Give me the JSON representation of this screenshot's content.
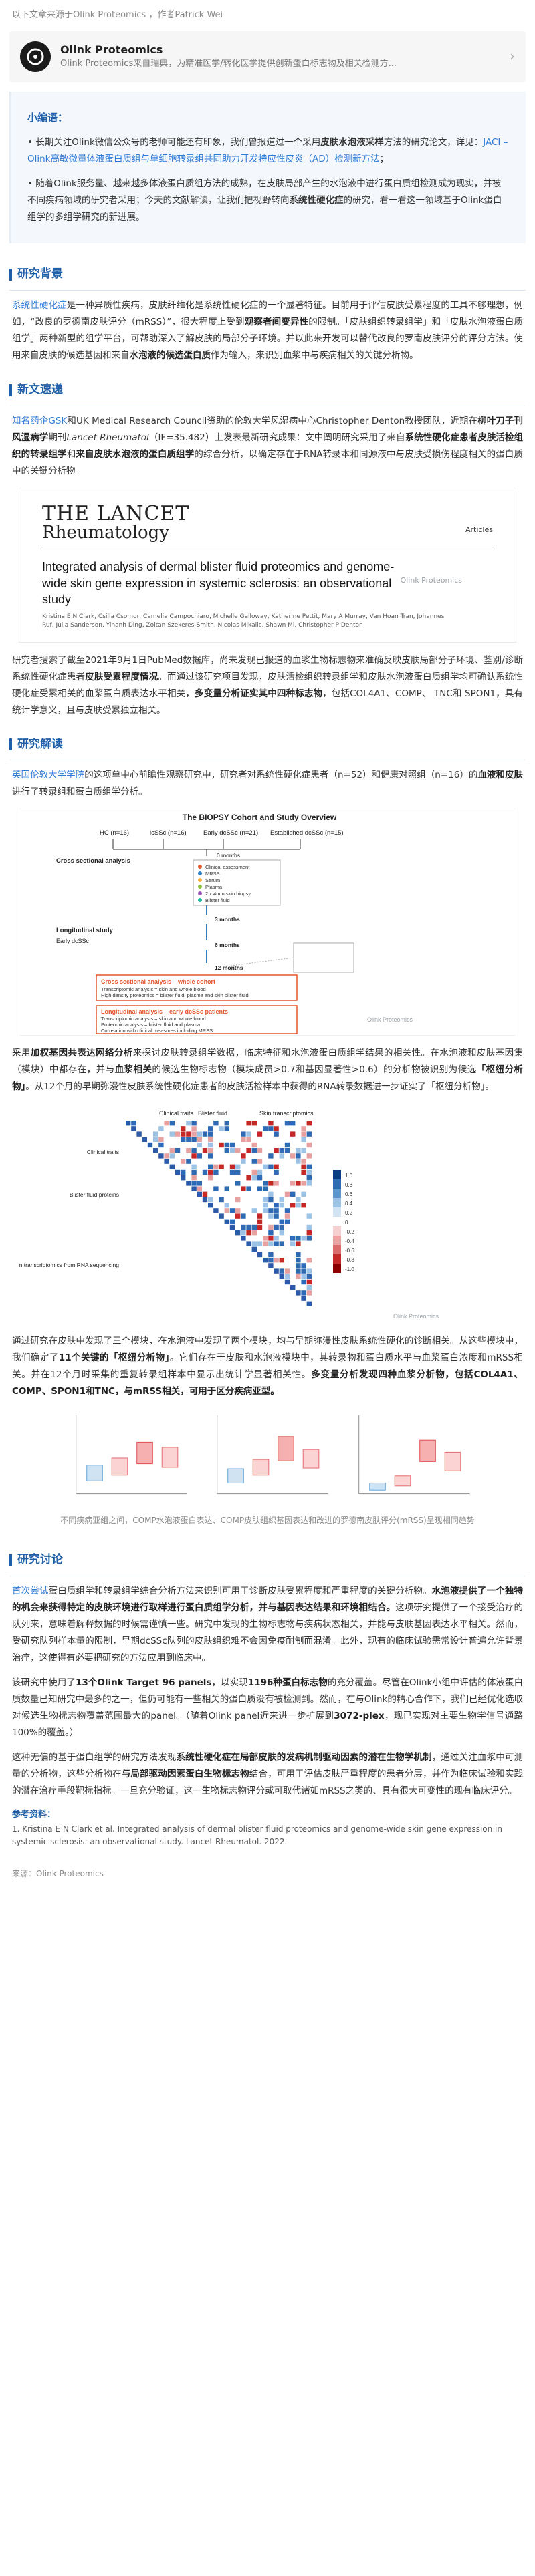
{
  "topline": "以下文章来源于Olink Proteomics ，作者Patrick Wei",
  "account": {
    "name": "Olink Proteomics",
    "desc": "Olink Proteomics来自瑞典，为精准医学/转化医学提供创新蛋白标志物及相关检测方...",
    "chevron": "chevron-right-icon"
  },
  "editor": {
    "title": "小编语：",
    "p1_pre": "• 长期关注Olink微信公众号的老师可能还有印象，我们曾报道过一个采用",
    "p1_bold": "皮肤水泡液采样",
    "p1_mid": "方法的研究论文，详见：",
    "p1_link": "JACI – Olink高敏微量体液蛋白质组与单细胞转录组共同助力开发特应性皮炎（AD）检测新方法",
    "p1_end": "；",
    "p2_pre": "• 随着Olink服务量、越来越多体液蛋白质组方法的成熟，在皮肤局部产生的水泡液中进行蛋白质组检测成为现实，并被不同疾病领域的研究者采用；今天的文献解读，让我们把视野转向",
    "p2_bold": "系统性硬化症",
    "p2_end": "的研究，看一看这一领域基于Olink蛋白组学的多组学研究的新进展。"
  },
  "sections": {
    "background": "研究背景",
    "news": "新文速递",
    "interpret": "研究解读",
    "conclusion": "研究讨论"
  },
  "background": {
    "t1_link": "系统性硬化症",
    "t1_a": "是一种异质性疾病，皮肤纤维化是系统性硬化症的一个显著特征。目前用于评估皮肤受累程度的工具不够理想，例如，",
    "t1_q": "“改良的罗德南皮肤评分（mRSS）”",
    "t1_b": "，很大程度上受到",
    "t1_bold": "观察者间变异性",
    "t1_c": "的限制。",
    "t2_q1": "「皮肤组织转录组学」",
    "t2_a": "和",
    "t2_q2": "「皮肤水泡液蛋白质组学」",
    "t2_b": "两种新型的组学平台，可帮助深入了解皮肤的局部分子环境。并以此来开发可以替代改良的罗南皮肤评分的评分方法。使用来自皮肤的候选基因和来自",
    "t2_bold": "水泡液的候选蛋白质",
    "t2_c": "作为输入，来识别血浆中与疾病相关的关键分析物。"
  },
  "news": {
    "t1_link": "知名药企GSK",
    "t1_a": "和UK Medical Research Council资助的伦敦大学风湿病中心Christopher Denton教授团队，近期在",
    "t1_bold": "柳叶刀子刊风湿病学",
    "t1_b": "期刊",
    "t1_journal": "Lancet Rheumatol",
    "t1_if": "（IF=35.482）",
    "t1_c": "上发表最新研究成果：文中阐明研究采用了来自",
    "t1_bold2": "系统性硬化症患者皮肤活检组织的转录组学",
    "t1_d": "和",
    "t1_bold3": "来自皮肤水泡液的蛋白质组学",
    "t1_e": "的综合分析，以确定存在于RNA转录本和同源液中与皮肤受损伤程度相关的蛋白质中的关键分析物。"
  },
  "lancet": {
    "journal_line1": "THE LANCET",
    "journal_line2": "Rheumatology",
    "articles": "Articles",
    "title": "Integrated analysis of dermal blister fluid proteomics and genome-wide skin gene expression in systemic sclerosis: an observational study",
    "authors": "Kristina E N Clark, Csilla Csomor, Camelia Campochiaro, Michelle Galloway, Katherine Pettit, Mary A Murray, Van Hoan Tran, Johannes Ruf, Julia Sanderson, Yinanh Ding, Zoltan Szekeres-Smith, Nicolas Mikalic, Shawn Mi, Christopher P Denton",
    "watermark": "Olink Proteomics"
  },
  "news2": {
    "a": "研究者搜索了截至2021年9月1日PubMed数据库，尚未发现已报道的血浆生物标志物来准确反映皮肤局部分子环境、鉴别/诊断系统性硬化症患者",
    "bold": "皮肤受累程度情况",
    "b": "。而通过该研究项目发现，皮肤活检组织转录组学和皮肤水泡液蛋白质组学均可确认系统性硬化症受累相关的血浆蛋白质表达水平相关，",
    "bold2": "多变量分析证实其中四种标志物",
    "c": "，包括COL4A1、COMP、 TNC和 SPON1，具有统计学意义，且与皮肤受累独立相关。"
  },
  "interpret": {
    "link": "英国伦敦大学学院",
    "a": "的这项单中心前瞻性观察研究中，研究者对系统性硬化症患者（n=52）和健康对照组（n=16）的",
    "bold": "血液和皮肤",
    "b": "进行了转录组和蛋白质组学分析。"
  },
  "study": {
    "heading": "The BIOPSY Cohort and Study Overview",
    "groups": [
      "HC (n=16)",
      "lcSSc (n=16)",
      "Early dcSSc (n=21)",
      "Established dcSSc (n=15)"
    ],
    "cross": "Cross sectional analysis",
    "longit": "Longitudinal study",
    "early": "Early dcSSc",
    "months": [
      "0 months",
      "3 months",
      "6 months",
      "12 months"
    ],
    "box1_title": "Cross sectional analysis – whole cohort",
    "box1_l1": "Transcriptomic analysis = skin and whole blood",
    "box1_l2": "High density proteomics = blister fluid, plasma and skin blister fluid",
    "box2_title": "Longitudinal analysis – early dcSSc patients",
    "box2_l1": "Transcriptomic analysis = skin and whole blood",
    "box2_l2": "Proteomic analysis = blister fluid and plasma",
    "box2_l3": "Correlation with clinical measures including MRSS",
    "legend": [
      "Clinical assessment",
      "MRSS",
      "Serum",
      "Plasma",
      "2 x 4mm skin biopsy",
      "Blister fluid"
    ],
    "watermark": "Olink Proteomics"
  },
  "method": {
    "a": "采用",
    "bold": "加权基因共表达网络分析",
    "b": "来探讨皮肤转录组学数据，临床特征和水泡液蛋白质组学结果的相关性。在水泡液和皮肤基因集（模块）中都存在，并与",
    "bold2": "血浆相关",
    "c": "的候选生物标志物（模块成员>0.7和基因显著性>0.6）的分析物被识别为候选",
    "bold3": "「枢纽分析物」",
    "d": "。从12个月的早期弥漫性皮肤系统性硬化症患者的皮肤活检样本中获得的RNA转录数据进一步证实了「枢纽分析物」。"
  },
  "heat": {
    "groups": [
      "Clinical traits",
      "Blister fluid",
      "Skin transcriptomics"
    ],
    "rows": [
      "Clinical traits",
      "Blister fluid proteins",
      "Skin transcriptomics from RNA sequencing"
    ],
    "scale": [
      "1.0",
      "0.8",
      "0.6",
      "0.4",
      "0.2",
      "0",
      "-0.2",
      "-0.4",
      "-0.6",
      "-0.8",
      "-1.0"
    ],
    "watermark": "Olink Proteomics"
  },
  "result": {
    "a": "通过研究在皮肤中发现了三个模块，在水泡液中发现了两个模块，均与早期弥漫性皮肤系统性硬化的诊断相关。从这些模块中，我们确定了",
    "bold": "11个关键的「枢纽分析物」",
    "b": "。它们存在于皮肤和水泡液模块中，其转录物和蛋白质水平与血浆蛋白浓度和mRSS相关。并在12个月时采集的重复转录组样本中显示出统计学显著相关性。",
    "bold2": "多变量分析发现四种血浆分析物，包括COL4A1、COMP、SPON1和TNC，与mRSS相关，可用于区分疾病亚型。"
  },
  "boxplot_caption": "不同疾病亚组之间，COMP水泡液蛋白表达、COMP皮肤组织基因表达和改进的罗德南皮肤评分(mRSS)呈现相同趋势",
  "conclusion": {
    "link": "首次尝试",
    "a": "蛋白质组学和转录组学综合分析方法来识别可用于诊断皮肤受累程度和严重程度的关键分析物。",
    "bold": "水泡液提供了一个独特的机会来获得特定的皮肤环境进行取样进行蛋白质组学分析，并与基因表达结果和环境相结合。",
    "b": "这项研究提供了一个接受治疗的队列来，意味着解释数据的时候需谨慎一些。研究中发现的生物标志物与疾病状态相关，并能与皮肤基因表达水平相关。然而，受研究队列样本量的限制，早期dcSSc队列的皮肤组织难不会因免疫耐制而混淆。此外，现有的临床试验需常设计普遍允许背景治疗，这使得有必要把研究的方法应用到临床中。"
  },
  "conclusion2": {
    "a": "该研究中使用了",
    "bold": "13个Olink Target 96 panels",
    "b": "，以实现",
    "bold2": "1196种蛋白标志物",
    "c": "的充分覆盖。尽管在Olink小组中评估的体液蛋白质数量已知研究中最多的之一，但仍可能有一些相关的蛋白质没有被检测到。然而，在与Olink的精心合作下，我们已经优化选取对候选生物标志物覆盖范围最大的panel。（随着Olink panel近来进一步扩展到",
    "bold3": "3072-plex",
    "d": "，现已实现对主要生物学信号通路100%的覆盖。）"
  },
  "conclusion3": {
    "a": "这种无偏的基于蛋白组学的研究方法发现",
    "bold": "系统性硬化症在局部皮肤的发病机制驱动因素的潜在生物学机制",
    "b": "，通过关注血浆中可测量的分析物，这些分析物在",
    "bold2": "与局部驱动因素蛋白生物标志物",
    "c": "结合，可用于评估皮肤严重程度的患者分层，并作为临床试验和实践的潜在治疗手段靶标指标。一旦充分验证，这一生物标志物评分或可取代诸如mRSS之类的、具有很大可变性的现有临床评分。"
  },
  "refs": {
    "title": "参考资料：",
    "text": "1. Kristina E N Clark et al. Integrated analysis of dermal blister fluid proteomics and genome-wide skin gene expression in systemic sclerosis: an observational study. Lancet Rheumatol. 2022."
  },
  "source": "来源：Olink Proteomics"
}
